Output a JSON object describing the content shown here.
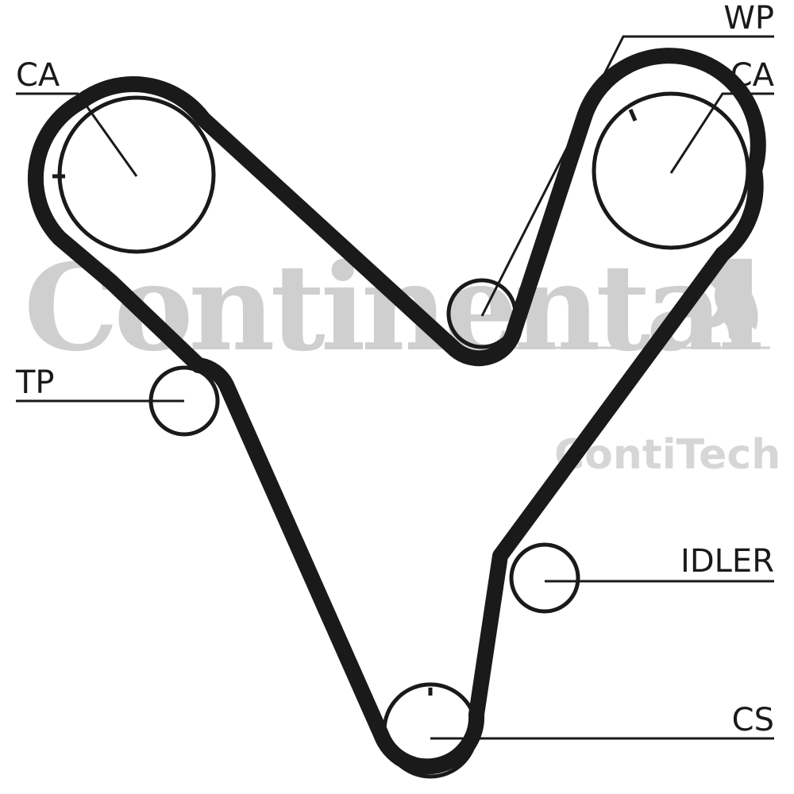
{
  "watermark": {
    "brand": "Continental",
    "sub_brand": "ContiTech",
    "logo_icon": "rearing-horse-icon"
  },
  "labels": {
    "ca_left": "CA",
    "wp": "WP",
    "ca_right": "CA",
    "tp": "TP",
    "idler": "IDLER",
    "cs": "CS"
  },
  "colors": {
    "belt": "#1a1a1a",
    "watermark": "#cfcfcf"
  }
}
